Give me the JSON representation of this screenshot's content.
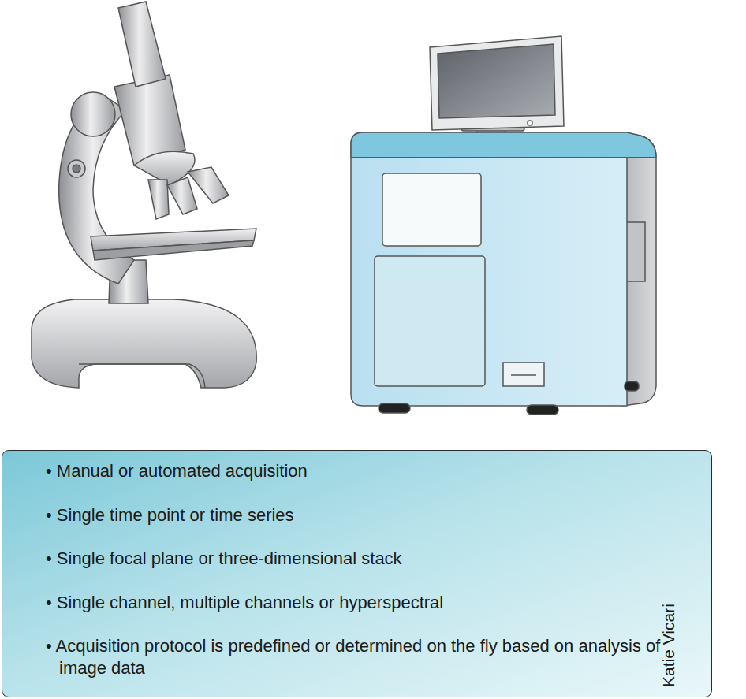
{
  "diagram": {
    "nodes": [
      {
        "text": [
          "• Manual or automated acquisition",
          "• Single time point or time series",
          "• Single focal plane or three-dimensional stack",
          "• Single channel, multiple channels or hyperspectral",
          "• Acquisition protocol is predefined or determined on the fly based on analysis of image data"
        ]
      }
    ],
    "labels": [
      "Katie Vicari"
    ]
  }
}
